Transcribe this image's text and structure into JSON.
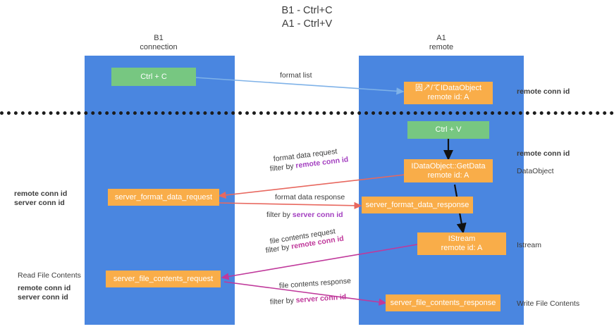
{
  "title": {
    "line1": "B1 - Ctrl+C",
    "line2": "A1 - Ctrl+V"
  },
  "lanes": [
    {
      "name": "B1",
      "sub": "connection"
    },
    {
      "name": "A1",
      "sub": "remote"
    }
  ],
  "nodes": {
    "ctrl_c": "Ctrl + C",
    "ctrl_v": "Ctrl + V",
    "idataobject_l1": "固↗/てIDataObject",
    "idataobject_l2": "remote id: A",
    "getdata_l1": "IDataObject::GetData",
    "getdata_l2": "remote id: A",
    "istream_l1": "IStream",
    "istream_l2": "remote id: A",
    "server_format_data_request": "server_format_data_request",
    "server_format_data_response": "server_format_data_response",
    "server_file_contents_request": "server_file_contents_request",
    "server_file_contents_response": "server_file_contents_response"
  },
  "edge_labels": {
    "format_list": "format list",
    "format_data_request": "format data request",
    "format_data_request_filter_pre": "filter by ",
    "format_data_request_filter_key": "remote conn id",
    "format_data_response": "format data response",
    "format_data_response_filter_pre": "filter by ",
    "format_data_response_filter_key": "server conn id",
    "file_contents_request": "file contents request",
    "file_contents_request_filter_pre": "filter by ",
    "file_contents_request_filter_key": "remote conn id",
    "file_contents_response": "file contents response",
    "file_contents_response_filter_pre": "filter by ",
    "file_contents_response_filter_key": "server conn id"
  },
  "annotations": {
    "right_remote_conn_id_top": "remote conn id",
    "right_remote_conn_id_mid": "remote conn id",
    "right_dataobject": "DataObject",
    "right_istream": "Istream",
    "right_write_file_contents": "Write File Contents",
    "left_remote_conn_id": "remote conn id",
    "left_server_conn_id": "server conn id",
    "left_read_file_contents": "Read File Contents",
    "left_remote_conn_id_2": "remote conn id",
    "left_server_conn_id_2": "server conn id"
  },
  "colors": {
    "lane": "#4a86e0",
    "orange": "#f9ad49",
    "green": "#77c781",
    "purple": "#a33fc0",
    "pink": "#c0399b",
    "red_arrow": "#e8685f",
    "blue_arrow": "#7fb2e8",
    "black_arrow": "#111111",
    "magenta_arrow": "#c0399b"
  }
}
